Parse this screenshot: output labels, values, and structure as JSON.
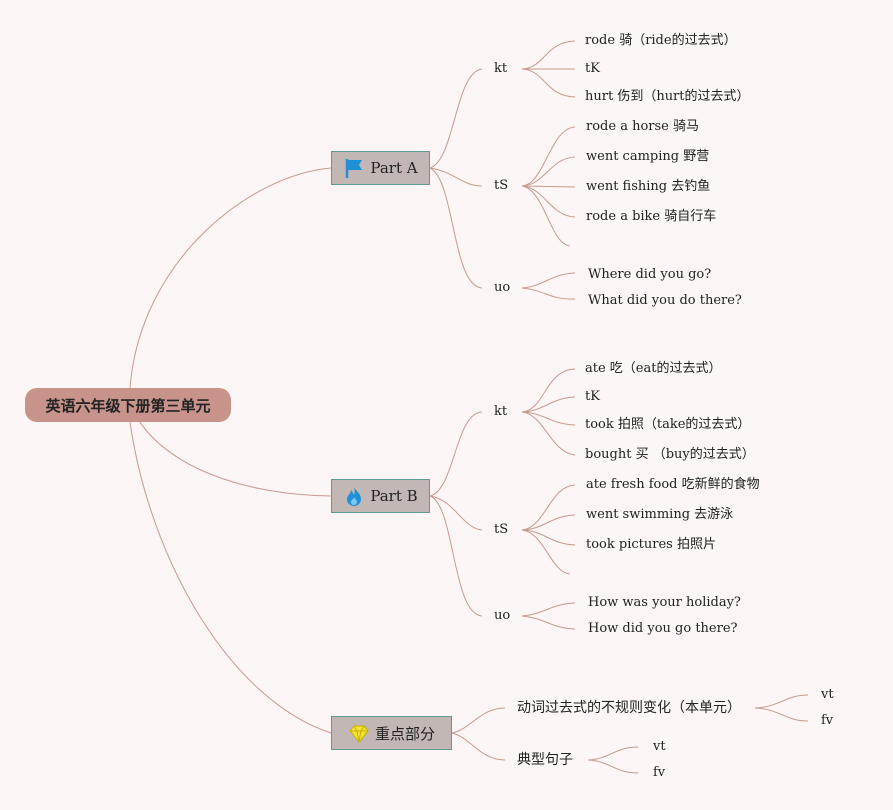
{
  "root": "英语六年级下册第三单元",
  "part_a": {
    "title": "Part A",
    "kt": "kt",
    "kt_items": [
      "rode 骑（ride的过去式）",
      "tK",
      "hurt 伤到（hurt的过去式）"
    ],
    "ts": "tS",
    "ts_items": [
      "rode a horse 骑马",
      "went camping 野营",
      "went fishing 去钓鱼",
      "rode a bike 骑自行车"
    ],
    "uo": "uo",
    "uo_items": [
      "Where did you go?",
      "What did you do there?"
    ]
  },
  "part_b": {
    "title": "Part B",
    "kt": "kt",
    "kt_items": [
      "ate 吃（eat的过去式）",
      "tK",
      "took 拍照（take的过去式）",
      "bought 买 （buy的过去式）"
    ],
    "ts": "tS",
    "ts_items": [
      "ate fresh food 吃新鲜的食物",
      "went swimming 去游泳",
      "took pictures 拍照片"
    ],
    "uo": "uo",
    "uo_items": [
      "How was your holiday?",
      "How did you go there?"
    ]
  },
  "key": {
    "title": "重点部分",
    "verbs": "动词过去式的不规则变化（本单元）",
    "verbs_items": [
      "vt",
      "fv"
    ],
    "sentences": "典型句子",
    "sentences_items": [
      "vt",
      "fv"
    ]
  },
  "colors": {
    "line": "#c89a8f",
    "root": "#c7938a",
    "branch": "#c2b7b5",
    "branch_border": "#5d9c8f"
  }
}
